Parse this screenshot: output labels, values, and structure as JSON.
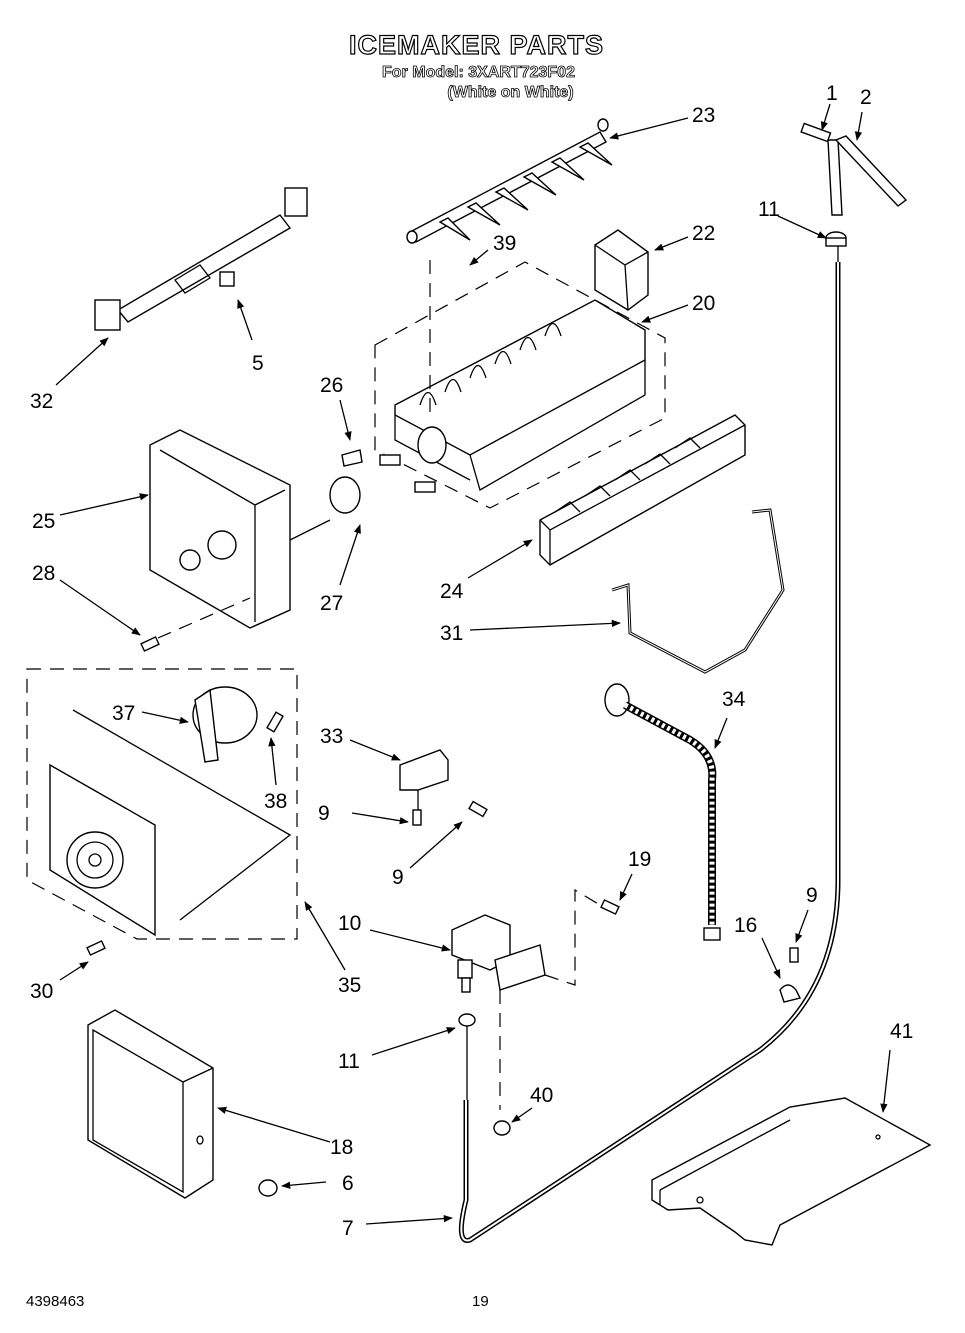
{
  "header": {
    "title": "ICEMAKER PARTS",
    "model_line": "For Model: 3XART723F02",
    "variant": "(White on White)"
  },
  "footer": {
    "document_number": "4398463",
    "page_number": "19"
  },
  "callouts": [
    {
      "id": "c1",
      "label": "1",
      "part": "screw"
    },
    {
      "id": "c2",
      "label": "2",
      "part": "fill-tube"
    },
    {
      "id": "c11a",
      "label": "11",
      "part": "nut"
    },
    {
      "id": "c23",
      "label": "23",
      "part": "ejector"
    },
    {
      "id": "c22",
      "label": "22",
      "part": "fill-cup"
    },
    {
      "id": "c39",
      "label": "39",
      "part": "screw"
    },
    {
      "id": "c20",
      "label": "20",
      "part": "mold-and-heater"
    },
    {
      "id": "c5",
      "label": "5",
      "part": "clip"
    },
    {
      "id": "c32",
      "label": "32",
      "part": "wire-harness"
    },
    {
      "id": "c26",
      "label": "26",
      "part": "clip"
    },
    {
      "id": "c25",
      "label": "25",
      "part": "module-and-cover"
    },
    {
      "id": "c27",
      "label": "27",
      "part": "thermostat"
    },
    {
      "id": "c28",
      "label": "28",
      "part": "screw"
    },
    {
      "id": "c24",
      "label": "24",
      "part": "stripper"
    },
    {
      "id": "c31",
      "label": "31",
      "part": "shutoff-arm"
    },
    {
      "id": "c37",
      "label": "37",
      "part": "motor"
    },
    {
      "id": "c38",
      "label": "38",
      "part": "screw"
    },
    {
      "id": "c33",
      "label": "33",
      "part": "bracket"
    },
    {
      "id": "c9a",
      "label": "9",
      "part": "screw"
    },
    {
      "id": "c9b",
      "label": "9",
      "part": "screw"
    },
    {
      "id": "c34",
      "label": "34",
      "part": "water-line"
    },
    {
      "id": "c19",
      "label": "19",
      "part": "screw"
    },
    {
      "id": "c9c",
      "label": "9",
      "part": "screw"
    },
    {
      "id": "c16",
      "label": "16",
      "part": "clamp"
    },
    {
      "id": "c10",
      "label": "10",
      "part": "water-valve"
    },
    {
      "id": "c30",
      "label": "30",
      "part": "screw"
    },
    {
      "id": "c35",
      "label": "35",
      "part": "module-assembly"
    },
    {
      "id": "c11b",
      "label": "11",
      "part": "nut"
    },
    {
      "id": "c41",
      "label": "41",
      "part": "bracket"
    },
    {
      "id": "c40",
      "label": "40",
      "part": "nut"
    },
    {
      "id": "c18",
      "label": "18",
      "part": "cover"
    },
    {
      "id": "c6",
      "label": "6",
      "part": "plug"
    },
    {
      "id": "c7",
      "label": "7",
      "part": "tube"
    }
  ]
}
